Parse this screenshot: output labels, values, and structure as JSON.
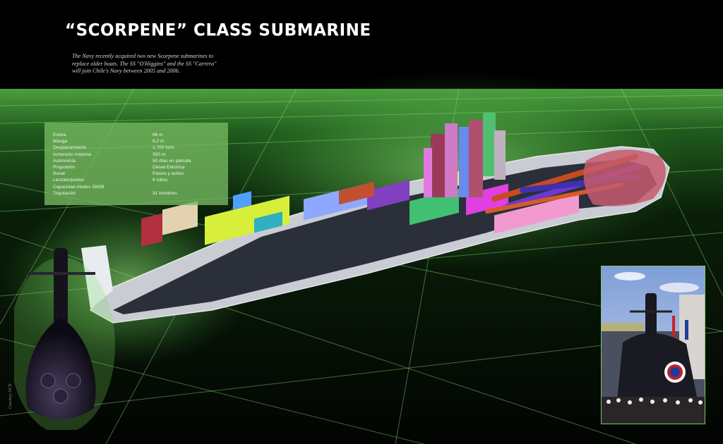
{
  "header": {
    "title": "“SCORPENE” CLASS SUBMARINE",
    "intro": "The Navy recently acquired two new Scorpene submarines to replace older boats. The SS \"O'Higgins\" and the SS \"Carrera\" will join Chile's Navy between 2005 and 2006."
  },
  "specs": [
    {
      "label": "Eslora",
      "value": "66 m"
    },
    {
      "label": "Manga",
      "value": "6,2 m"
    },
    {
      "label": "Desplazamiento",
      "value": "1.700 tons"
    },
    {
      "label": "Inmersión máxima",
      "value": "300 m"
    },
    {
      "label": "Autonomía",
      "value": "50 días en patrulla"
    },
    {
      "label": "Propulsión",
      "value": "Diesel Eléctrica"
    },
    {
      "label": "Sonar",
      "value": "Pasivo y activo"
    },
    {
      "label": "Lanzatorpedos",
      "value": "6 tubos"
    },
    {
      "label": "Capacidad misiles SM39",
      "value": ""
    },
    {
      "label": "Tripulación",
      "value": "31 hombres"
    }
  ],
  "credit": "Courtesy DCN",
  "colors": {
    "background": "#000000",
    "grid_green": "#2f7a2a",
    "panel_green": "#76ba60",
    "glow_green": "#9af07a"
  }
}
